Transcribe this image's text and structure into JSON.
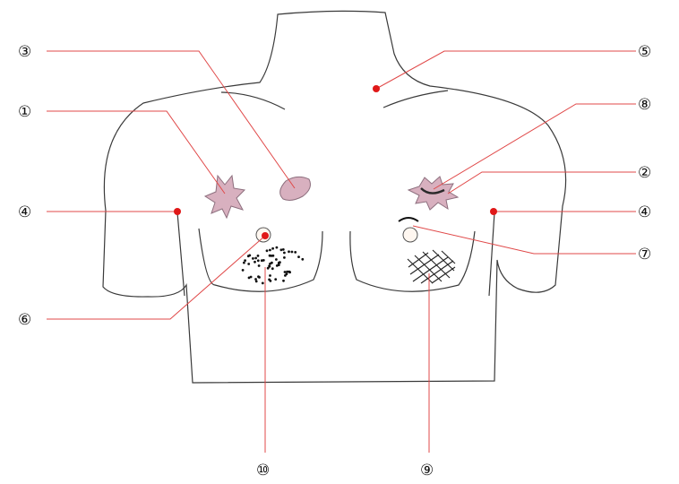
{
  "colors": {
    "skin": "#fde6c7",
    "outline": "#3a3a3a",
    "leader": "#e04848",
    "marker": "#e01818",
    "lesion": "#d8b0bf",
    "lesion_edge": "#8d6f7e"
  },
  "callouts": [
    {
      "id": "c1",
      "label": "①"
    },
    {
      "id": "c2",
      "label": "②"
    },
    {
      "id": "c3",
      "label": "③"
    },
    {
      "id": "c4l",
      "label": "④"
    },
    {
      "id": "c4r",
      "label": "④"
    },
    {
      "id": "c5",
      "label": "⑤"
    },
    {
      "id": "c6",
      "label": "⑥"
    },
    {
      "id": "c7",
      "label": "⑦"
    },
    {
      "id": "c8",
      "label": "⑧"
    },
    {
      "id": "c9",
      "label": "⑨"
    },
    {
      "id": "c10",
      "label": "⑩"
    }
  ]
}
